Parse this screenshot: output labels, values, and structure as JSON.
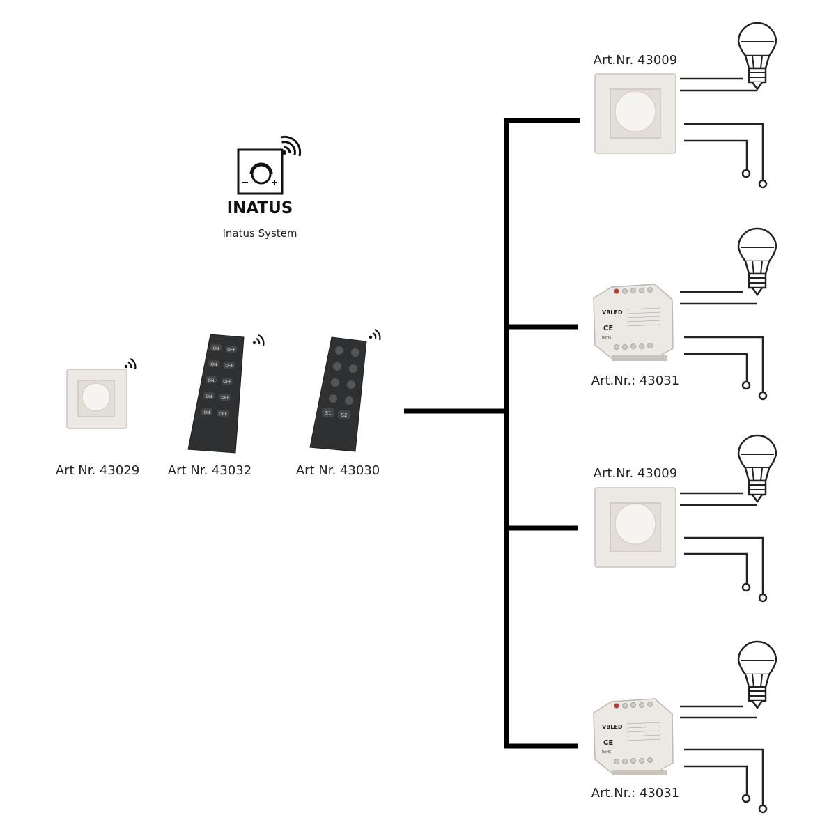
{
  "brand": {
    "name": "INATUS",
    "subtitle": "Inatus System",
    "logo_icon": "dimmer-knob-wireless-icon"
  },
  "senders": [
    {
      "label": "Art Nr. 43029",
      "icon": "wall-dimmer-icon"
    },
    {
      "label": "Art Nr. 43032",
      "icon": "remote-control-icon"
    },
    {
      "label": "Art Nr. 43030",
      "icon": "remote-control-icon"
    }
  ],
  "remote_43032": {
    "buttons": [
      "ON",
      "OFF",
      "ON",
      "OFF",
      "ON",
      "OFF",
      "ON",
      "OFF",
      "ON",
      "OFF"
    ]
  },
  "remote_43030": {
    "buttons": [
      "S1",
      "S2"
    ]
  },
  "receivers": [
    {
      "label": "Art.Nr. 43009",
      "icon": "rotary-dimmer-icon"
    },
    {
      "label": "Art.Nr.: 43031",
      "icon": "dimmer-module-icon"
    },
    {
      "label": "Art.Nr. 43009",
      "icon": "rotary-dimmer-icon"
    },
    {
      "label": "Art.Nr.: 43031",
      "icon": "dimmer-module-icon"
    }
  ],
  "module_print": {
    "brand": "VBLED",
    "ce": "CE",
    "rohs": "RoHS"
  },
  "colors": {
    "line": "#000000",
    "device_body": "#ece8e2",
    "device_shadow": "#c9c4bc",
    "remote_body": "#2f3032",
    "text": "#222222"
  }
}
